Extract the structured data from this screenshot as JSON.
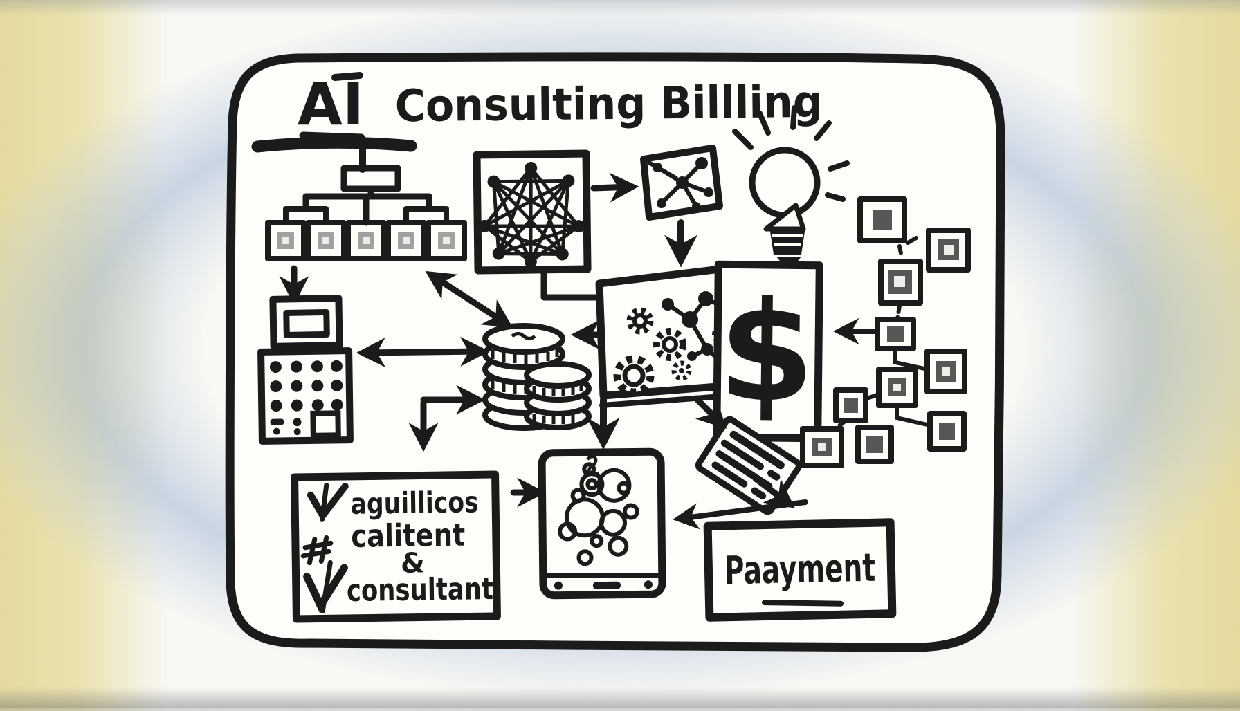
{
  "title": {
    "prefix": "AI",
    "main": "Consulting Billling"
  },
  "boxes": {
    "checklist": {
      "lines": [
        "aguillicos",
        "calitent",
        "&",
        "consultant"
      ]
    },
    "payment": {
      "label": "Paayment"
    },
    "dollar": {
      "symbol": "$"
    }
  },
  "colors": {
    "ink": "#1b1b1b",
    "paper": "#fdfdfa",
    "halo_blue": "#a0b5d4",
    "wall_yellow": "#e8dfac",
    "shade_gray": "#8b8b8b"
  },
  "icons": {
    "org_chart": "hierarchy-tree-icon",
    "monitor": "display-box-icon",
    "calculator": "calculator-icon",
    "coins": "coin-stacks-icon",
    "neural_network": "mesh-network-box-icon",
    "graph_box": "node-graph-box-icon",
    "lightbulb": "idea-lightbulb-icon",
    "gears": "gears-graph-box-icon",
    "dollar": "dollar-sign-box",
    "blocks": "linked-block-squares-icon",
    "receipt": "striped-receipt-icon",
    "phone": "phone-bubbles-icon"
  }
}
